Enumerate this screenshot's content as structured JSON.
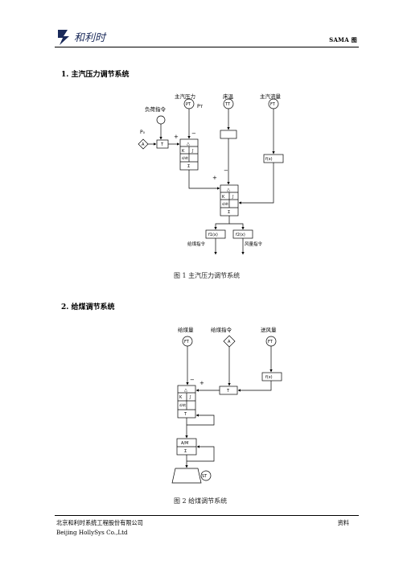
{
  "header": {
    "right_title": "SAMA 图"
  },
  "section1": {
    "title": "1.  主汽压力调节系统",
    "labels": {
      "load_cmd": "负荷指令",
      "main_pressure": "主汽压力",
      "bed_temp": "床温",
      "main_flow": "主汽流量",
      "p0": "P₀",
      "pt": "Pт",
      "pt_tag": "PT",
      "tt_tag": "TT",
      "ft_tag": "FT",
      "a_tag": "A",
      "t_tag": "T",
      "fx": "f(x)",
      "fx1": "f1(x)",
      "fx2": "f2(x)",
      "coal_cmd": "给煤指令",
      "air_cmd": "风量指令",
      "plus": "+",
      "minus": "−",
      "delta": "△",
      "k": "K",
      "i": "∫",
      "dt": "d/dt",
      "sigma": "Σ"
    },
    "caption": "图 1    主汽压力调节系统"
  },
  "section2": {
    "title": "2.  给煤调节系统",
    "labels": {
      "coal_flow": "给煤量",
      "coal_cmd": "给煤指令",
      "air_flow": "送风量",
      "ft_tag": "FT",
      "a_tag": "A",
      "t_tag": "T",
      "st_tag": "ST",
      "fx": "f(x)",
      "am": "A/M",
      "plus": "+",
      "minus": "−"
    },
    "caption": "图 2    给煤调节系统"
  },
  "footer": {
    "company_cn": "北京和利时系统工程股份有限公司",
    "company_en": "Beijing HollySys Co.,Ltd",
    "right": "资料"
  },
  "logo": {
    "text": "和利时"
  }
}
